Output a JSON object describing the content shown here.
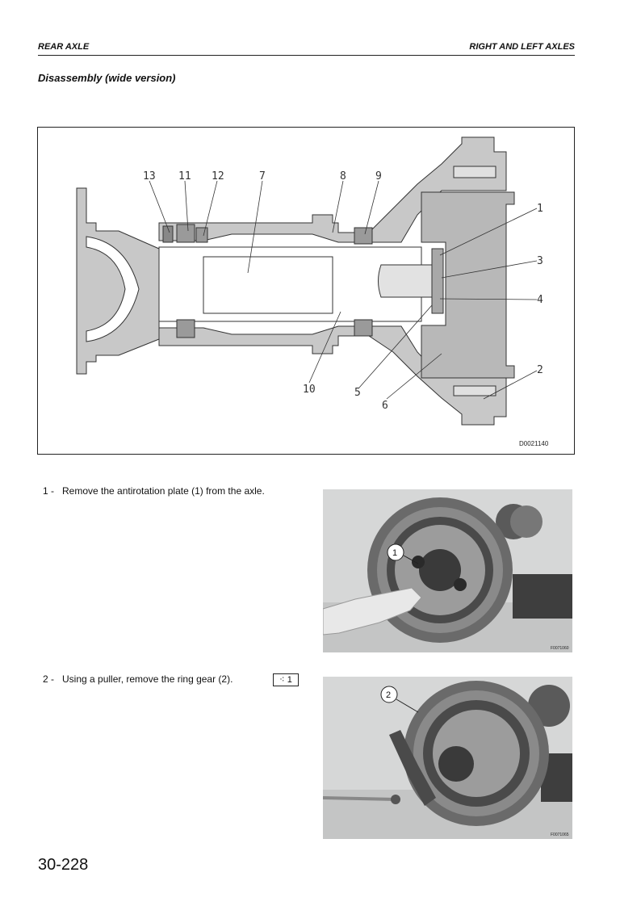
{
  "header": {
    "section": "REAR AXLE",
    "topic": "RIGHT AND LEFT AXLES"
  },
  "title": "Disassembly (wide version)",
  "diagram": {
    "code": "D0021140",
    "callouts": [
      "13",
      "11",
      "12",
      "7",
      "8",
      "9",
      "1",
      "3",
      "4",
      "2",
      "10",
      "5",
      "6"
    ]
  },
  "steps": [
    {
      "number": "1 -",
      "text": "Remove the antirotation plate (1) from the axle."
    },
    {
      "number": "2 -",
      "text": "Using a puller, remove the ring gear (2)."
    }
  ],
  "reference": {
    "symbol": "⁖",
    "number": "1"
  },
  "photos": [
    {
      "callout": "1",
      "code": "F0071060"
    },
    {
      "callout": "2",
      "code": "F0071065"
    }
  ],
  "page_number": "30-228"
}
